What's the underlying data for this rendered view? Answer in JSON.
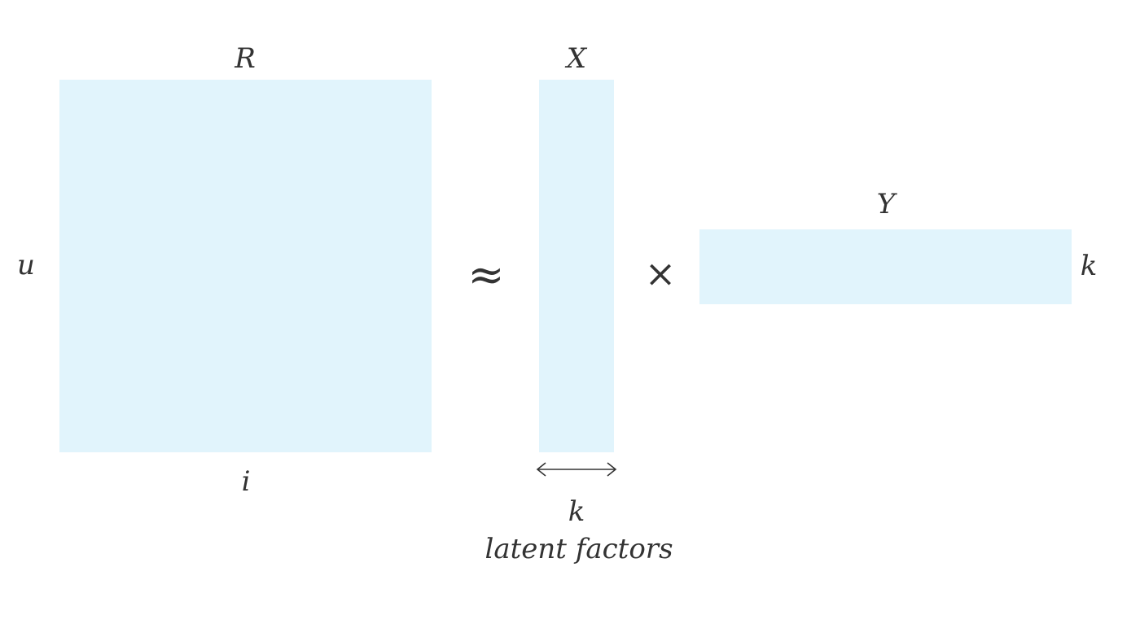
{
  "labels": {
    "R": "R",
    "X": "X",
    "Y": "Y",
    "u": "u",
    "i": "i",
    "k_right": "k",
    "k_bottom": "k",
    "latent_factors": "latent factors"
  },
  "operators": {
    "approx": "≈",
    "times": "×"
  },
  "colors": {
    "matrix_fill": "#e1f4fc",
    "text": "#333333"
  }
}
